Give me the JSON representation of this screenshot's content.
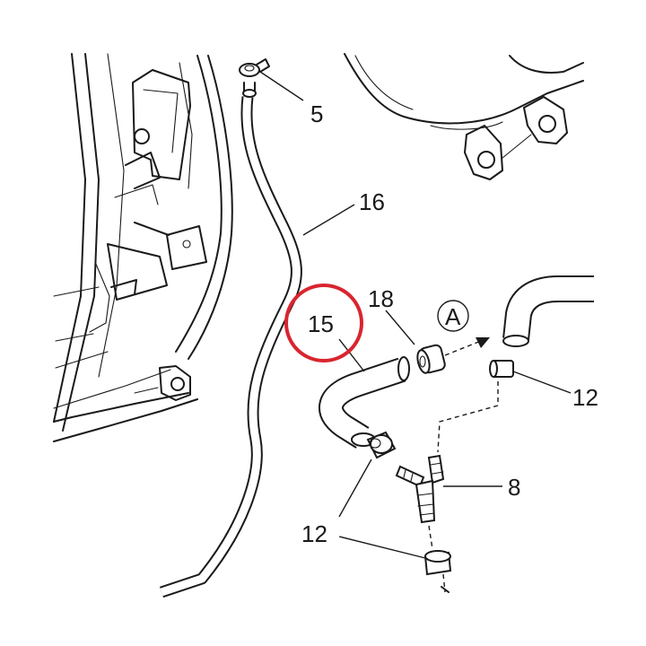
{
  "callouts": {
    "c5": "5",
    "c16": "16",
    "c18": "18",
    "c15": "15",
    "cA": "A",
    "c12_right": "12",
    "c8": "8",
    "c12_mid": "12",
    "c12_bottom": "12"
  },
  "highlight": {
    "target_part": "15",
    "color": "#d9252f"
  }
}
